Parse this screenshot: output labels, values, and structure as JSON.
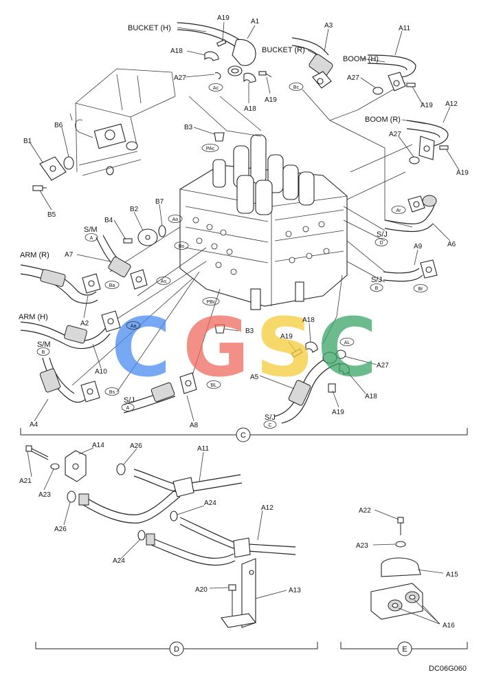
{
  "drawing_code": "DC06G060",
  "watermark": {
    "letters": [
      "C",
      "G",
      "S",
      "C"
    ],
    "colors": [
      "#4a8cf0",
      "#ee6a60",
      "#f4cc3a",
      "#3aa568"
    ]
  },
  "detail_c": {
    "section": "C",
    "port_names": {
      "bucket_h": "BUCKET (H)",
      "bucket_r": "BUCKET (R)",
      "boom_h": "BOOM (H)",
      "boom_r": "BOOM (R)",
      "arm_r": "ARM (R)",
      "arm_h": "ARM (H)",
      "sm": "S/M",
      "sm_a": "S/M",
      "sj_a": "S/J",
      "sj_b": "S/J",
      "sj_c": "S/J",
      "sj_d": "S/J"
    },
    "part_labels": {
      "a1": "A1",
      "a2": "A2",
      "a3": "A3",
      "a4": "A4",
      "a5": "A5",
      "a6": "A6",
      "a7": "A7",
      "a8": "A8",
      "a9": "A9",
      "a10": "A10",
      "a11": "A11",
      "a12": "A12",
      "a18_1": "A18",
      "a18_2": "A18",
      "a18_3": "A18",
      "a18_4": "A18",
      "a19_1": "A19",
      "a19_2": "A19",
      "a19_3": "A19",
      "a19_4": "A19",
      "a19_5": "A19",
      "a19_6": "A19",
      "a27_1": "A27",
      "a27_2": "A27",
      "a27_3": "A27",
      "a27_4": "A27",
      "b1": "B1",
      "b2": "B2",
      "b3_1": "B3",
      "b3_2": "B3",
      "b4": "B4",
      "b5": "B5",
      "b6": "B6",
      "b7": "B7"
    },
    "port_tags": {
      "ac": "Ac",
      "bc": "Bc",
      "ar": "Ar",
      "br": "Br",
      "pac": "PAc",
      "pbc": "PBc",
      "aa": "Aa",
      "ba": "Ba",
      "as": "As",
      "bs": "Bs",
      "bo": "Bo",
      "ao": "Ao",
      "al": "AL",
      "bl": "BL",
      "t_a1": "A",
      "t_a2": "A",
      "t_b1": "B",
      "t_b2": "B",
      "t_c": "C",
      "t_d": "D"
    }
  },
  "detail_d": {
    "section": "D",
    "part_labels": {
      "a11": "A11",
      "a12": "A12",
      "a13": "A13",
      "a14": "A14",
      "a20": "A20",
      "a21": "A21",
      "a23": "A23",
      "a24_1": "A24",
      "a24_2": "A24",
      "a26_1": "A26",
      "a26_2": "A26"
    }
  },
  "detail_e": {
    "section": "E",
    "part_labels": {
      "a15": "A15",
      "a16": "A16",
      "a22": "A22",
      "a23": "A23"
    }
  }
}
